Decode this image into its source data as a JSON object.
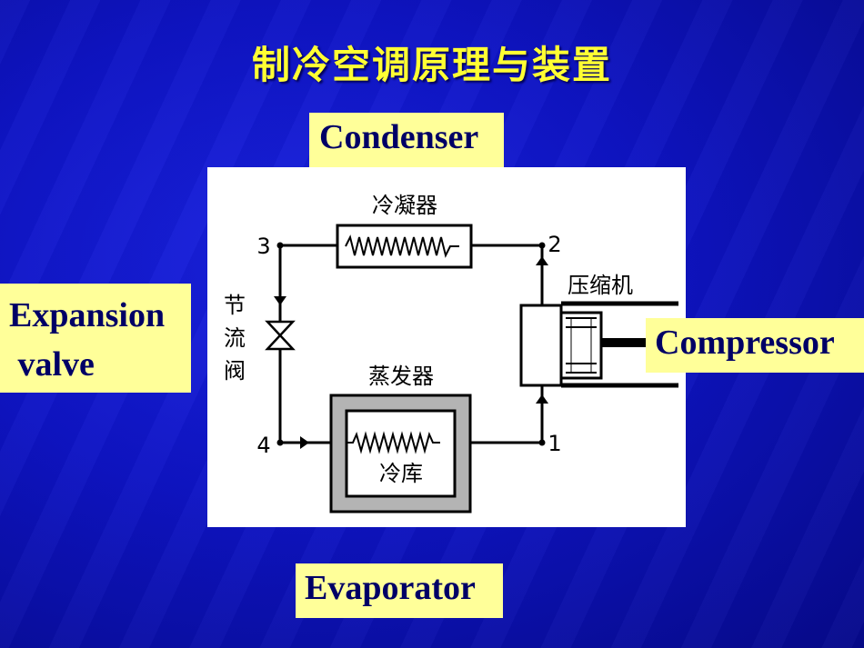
{
  "title": "制冷空调原理与装置",
  "labels": {
    "condenser": "Condenser",
    "expansion_line1": "Expansion",
    "expansion_line2": " valve",
    "compressor": "Compressor",
    "evaporator": "Evaporator"
  },
  "diagram": {
    "condenser_cn": "冷凝器",
    "compressor_cn": "压缩机",
    "evaporator_cn": "蒸发器",
    "cold_storage_cn": "冷库",
    "throttle_cn": [
      "节",
      "流",
      "阀"
    ],
    "points": {
      "p1": "1",
      "p2": "2",
      "p3": "3",
      "p4": "4"
    }
  },
  "colors": {
    "background": "#1018c8",
    "title": "#ffff33",
    "label_bg": "#ffff99",
    "label_text": "#000066"
  }
}
